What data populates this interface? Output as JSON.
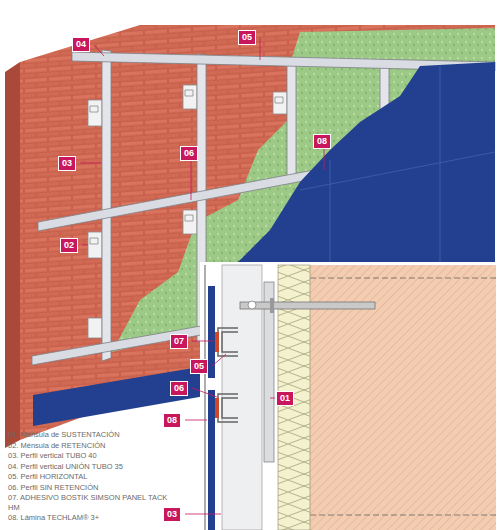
{
  "diagram": {
    "nodes": [
      {
        "text": [
          "04"
        ]
      },
      {
        "text": [
          "05"
        ]
      },
      {
        "text": [
          "03"
        ]
      },
      {
        "text": [
          "06"
        ]
      },
      {
        "text": [
          "08"
        ]
      },
      {
        "text": [
          "02"
        ]
      },
      {
        "text": [
          "07"
        ]
      },
      {
        "text": [
          "05"
        ]
      },
      {
        "text": [
          "06"
        ]
      },
      {
        "text": [
          "08"
        ]
      },
      {
        "text": [
          "01"
        ]
      },
      {
        "text": [
          "03"
        ]
      }
    ],
    "labels": [
      "01. Ménsula de SUSTENTACIÓN",
      "02. Ménsula de RETENCIÓN",
      "03. Perfil vertical TUBO 40",
      "04. Perfil vertical UNIÓN TUBO 35",
      "05. Perfil HORIZONTAL",
      "06. Perfil SIN RETENCIÓN",
      "07. ADHESIVO BOSTIK SIMSON PANEL TACK HM",
      "08. Lámina TECHLAM® 3+"
    ]
  }
}
